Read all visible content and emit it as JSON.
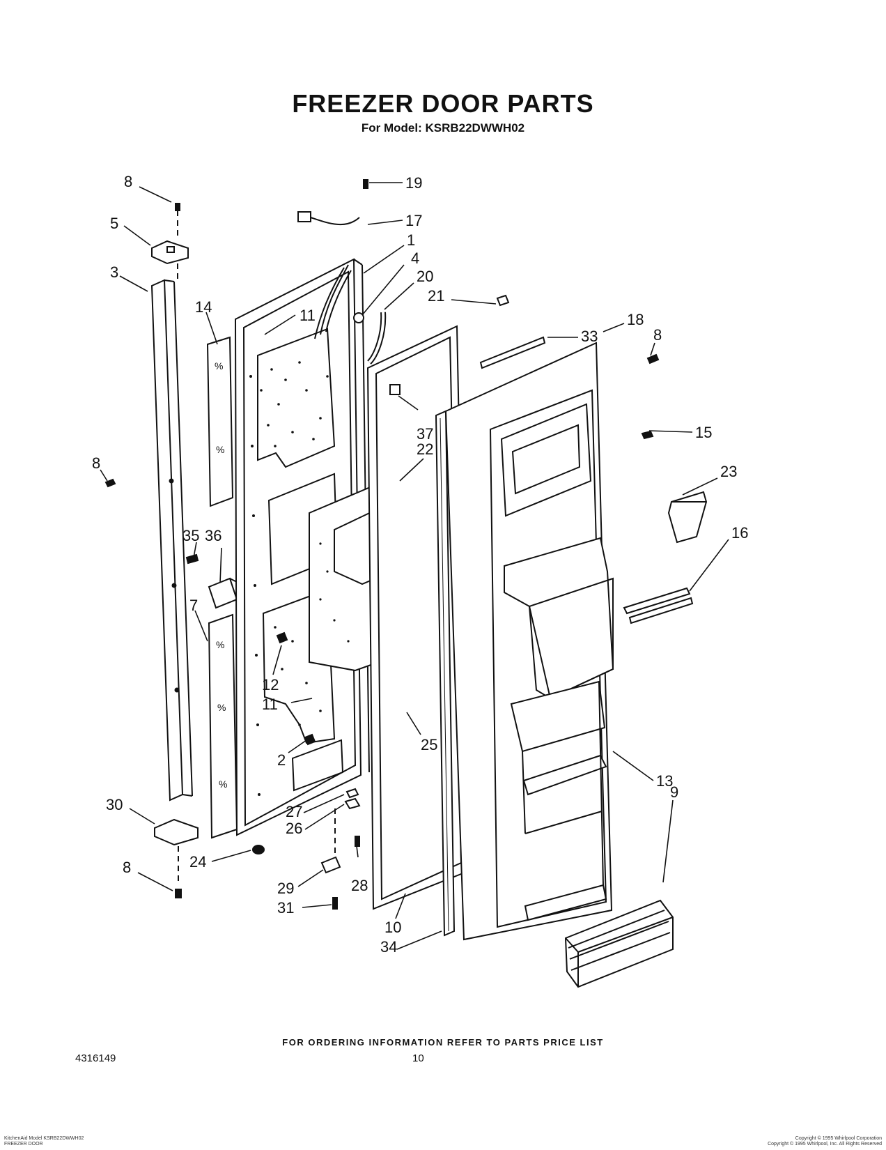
{
  "header": {
    "title": "FREEZER DOOR PARTS",
    "model_line": "For Model: KSRB22DWWH02"
  },
  "footer": {
    "ordering_note": "FOR ORDERING INFORMATION REFER TO PARTS PRICE LIST",
    "document_number": "4316149",
    "page_number": "10",
    "model_ref": "KitchenAid Model KSRB22DWWH02",
    "section_ref": "FREEZER DOOR",
    "copyright_1": "Copyright © 1995 Whirlpool Corporation",
    "copyright_2": "Copyright © 1995 Whirlpool, Inc. All Rights Reserved"
  },
  "callouts": {
    "c8a": "8",
    "c19": "19",
    "c17": "17",
    "c5": "5",
    "c1": "1",
    "c3": "3",
    "c4": "4",
    "c20": "20",
    "c21": "21",
    "c14": "14",
    "c11a": "11",
    "c18": "18",
    "c8b": "8",
    "c33": "33",
    "c15": "15",
    "c37": "37",
    "c22": "22",
    "c8c": "8",
    "c23": "23",
    "c35": "35",
    "c36": "36",
    "c16": "16",
    "c7": "7",
    "c12": "12",
    "c11b": "11",
    "c2": "2",
    "c25": "25",
    "c13": "13",
    "c9": "9",
    "c30": "30",
    "c27": "27",
    "c26": "26",
    "c8d": "8",
    "c24": "24",
    "c29": "29",
    "c28": "28",
    "c31": "31",
    "c10": "10",
    "c34": "34"
  }
}
